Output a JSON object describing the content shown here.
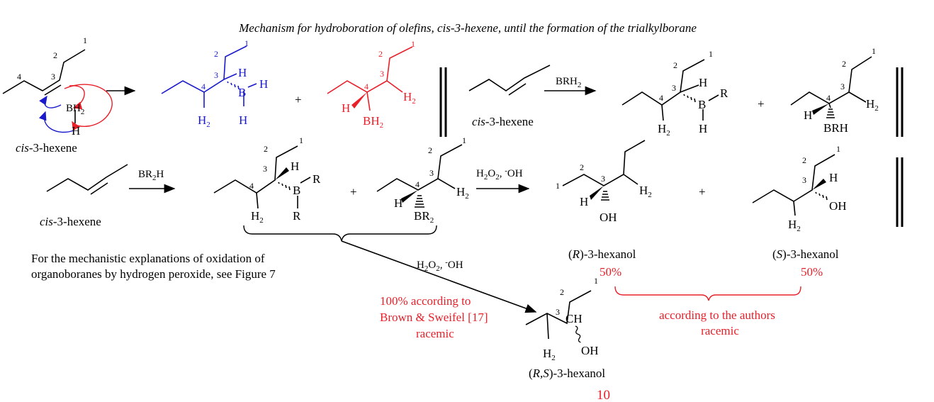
{
  "title": "Mechanism for hydroboration of olefins, cis-3-hexene, until the formation of the trialkylborane",
  "colors": {
    "red": "#e8202a",
    "blue": "#1a1acc",
    "black": "#000000"
  },
  "locants": {
    "c1": "1",
    "c2": "2",
    "c3": "3",
    "c4": "4"
  },
  "atoms": {
    "H": "H",
    "H2": "H",
    "H2_sub": "2",
    "B": "B",
    "R": "R",
    "OH": "OH",
    "BH": "BH",
    "BH_sub": "2",
    "BRH": "BRH",
    "BR": "BR",
    "BR_sub": "2",
    "CH": "CH"
  },
  "reagents": {
    "brh2_main": "BRH",
    "brh2_sub": "2",
    "br2h_a": "BR",
    "br2h_b": "H",
    "br2h_sub": "2",
    "h2o2_a": "H",
    "h2o2_b": "O",
    "h2o2_c": ", ",
    "oh_minus": "-",
    "oh_tail": "OH",
    "h2o2_sub1": "2",
    "h2o2_sub2": "2",
    "h2o2_row4": "H2O2, -OH"
  },
  "labels": {
    "cis_italic": "cis",
    "cis_rest": "-3-hexene",
    "r_label_open": "(",
    "r_label_R": "R",
    "r_label_rest": ")-3-hexanol",
    "s_label_S": "S",
    "rs_label_RS": "R,S",
    "s_label_rest": ")-3-hexanol"
  },
  "notes": {
    "explain_line1": "For the mechanistic explanations of oxidation of",
    "explain_line2": "organoboranes by hydrogen peroxide, see Figure 7",
    "pct_r": "50%",
    "pct_s": "50%",
    "brown_line1": "100%   according to",
    "brown_line2": "Brown & Sweifel [17]",
    "brown_line3": "racemic",
    "authors_line1": "according to the authors",
    "authors_line2": "racemic",
    "compound_number": "10"
  },
  "operators": {
    "plus": "+"
  }
}
